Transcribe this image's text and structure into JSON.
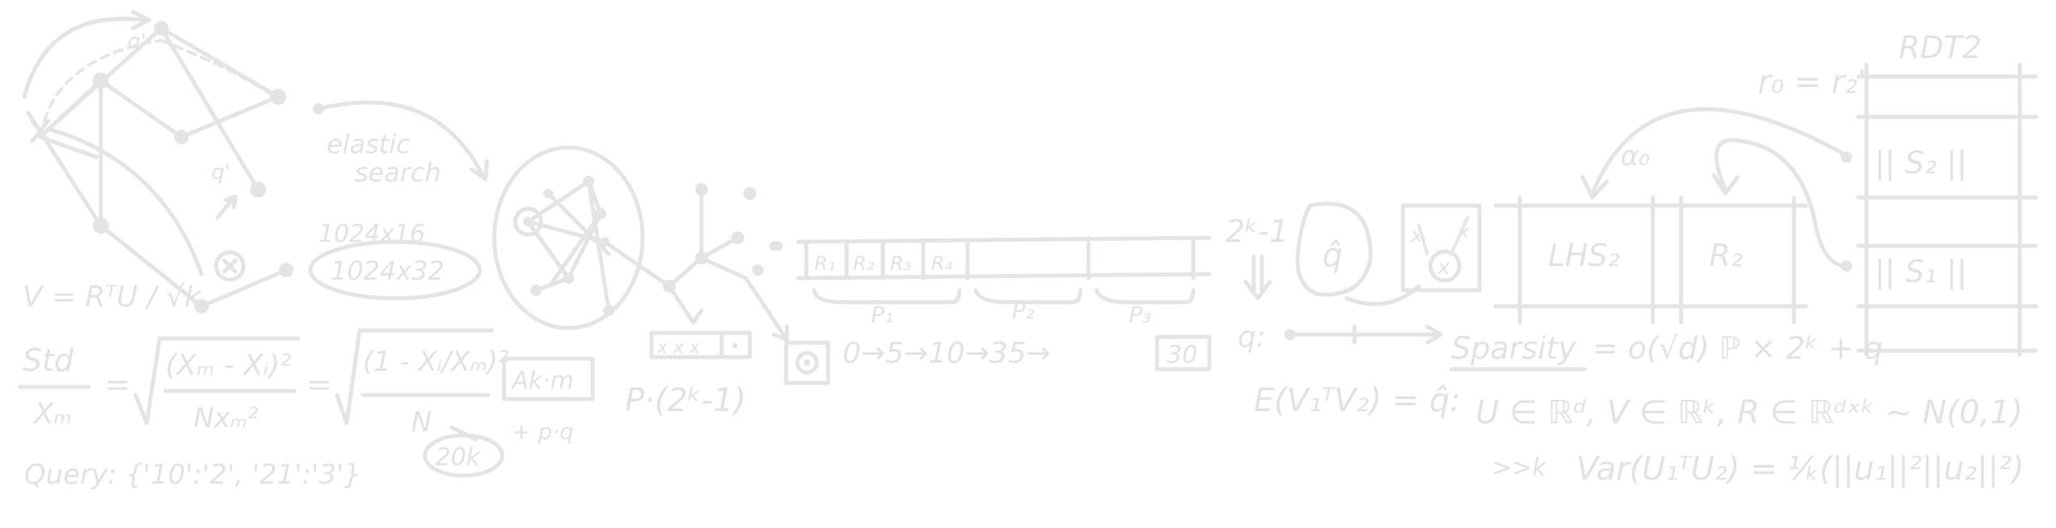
{
  "labels": {
    "q_prime_top": "q'",
    "q_prime_mid": "q'",
    "v_formula": "V = RᵀU / √k",
    "elastic": "elastic",
    "search": "search",
    "dims_a": "1024x16",
    "dims_b": "1024x32",
    "std_lhs_top": "Std",
    "std_lhs_bot": "Xₘ",
    "std_mid_num": "(Xₘ - Xᵢ)²",
    "std_mid_den": "Nxₘ²",
    "std_rhs_num": "(1 - Xᵢ/Xₘ)²",
    "std_rhs_den": "N",
    "ak_m": "Ak·m",
    "plus_pq": "+ p·q",
    "twenty_k": "20k",
    "query": "Query: {'10':'2', '21':'3'}",
    "xxx": "x x x",
    "dot_cell": "•",
    "p_times": "P·(2ᵏ-1)",
    "r1": "R₁",
    "r2": "R₂",
    "r3": "R₃",
    "r4": "R₄",
    "p1": "P₁",
    "p2": "P₂",
    "p3": "P₃",
    "sequence": "0→5→10→35→",
    "thirty": "30",
    "two_k_minus_1": "2ᵏ-1",
    "q_hat": "q̂",
    "x_left": "x",
    "x_right": "x",
    "x_circled": "x",
    "q_arrow": "q:",
    "expectation": "E(V₁ᵀV₂) = q̂:",
    "lhs2": "LHS₂",
    "r2_box": "R₂",
    "alpha0": "α₀",
    "r0_eq": "r₀ = r₂'",
    "rdt2": "RDT2",
    "s2": "|| S₂ ||",
    "s1": "|| S₁ ||",
    "sparsity_label": "Sparsity",
    "sparsity_rest": "= o(√d)  ℙ × 2ᵏ + q",
    "spaces": "U ∈ ℝᵈ,  V ∈ ℝᵏ,  R ∈ ℝᵈˣᵏ ~ N(0,1)",
    "var_prefix": ">>k",
    "var_formula": "Var(U₁ᵀU₂) = ¹⁄ₖ(||u₁||²||u₂||²)"
  }
}
